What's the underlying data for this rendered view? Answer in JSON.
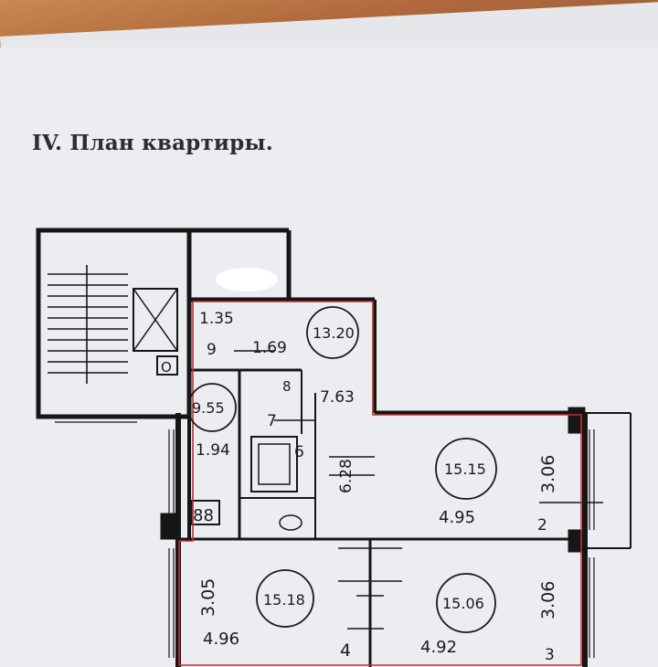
{
  "document": {
    "title": "IV. План квартиры."
  },
  "plan": {
    "rooms": [
      {
        "number": "9",
        "area": "13.20",
        "width": "1.35",
        "length": "1.69"
      },
      {
        "number": "8",
        "area": "9.55",
        "width": "1.94",
        "length": "7.63"
      },
      {
        "number": "7",
        "area": ""
      },
      {
        "number": "6",
        "area": "",
        "length": "6.28"
      },
      {
        "number": "2",
        "area": "15.15",
        "width": "3.06",
        "length": "4.95"
      },
      {
        "number": "4",
        "area": "15.18",
        "width": "3.05",
        "length": "4.96"
      },
      {
        "number": "3",
        "area": "15.06",
        "width": "3.06",
        "length": "4.92"
      }
    ],
    "labels": {
      "room9_num": "9",
      "room9_dim_a": "1.35",
      "room9_dim_b": "1.69",
      "room9_area": "13.20",
      "room8_num": "8",
      "room8_dim": "7.63",
      "room8_area": "9.55",
      "room7_num": "7",
      "room_dim_194": "1.94",
      "room6_num": "6",
      "dim_628": "6.28",
      "room2_area": "15.15",
      "room2_len": "4.95",
      "room2_wid": "3.06",
      "room2_num": "2",
      "room4_area": "15.18",
      "room4_len": "4.96",
      "room4_wid": "3.05",
      "room4_num": "4",
      "room3_area": "15.06",
      "room3_len": "4.92",
      "room3_wid": "3.06",
      "room3_num": "3",
      "stove": "88",
      "elevator": "O"
    }
  },
  "colors": {
    "paper": "#ecedf0",
    "wall": "#161616",
    "outline": "#c0302c",
    "table": "#8a4e30"
  }
}
